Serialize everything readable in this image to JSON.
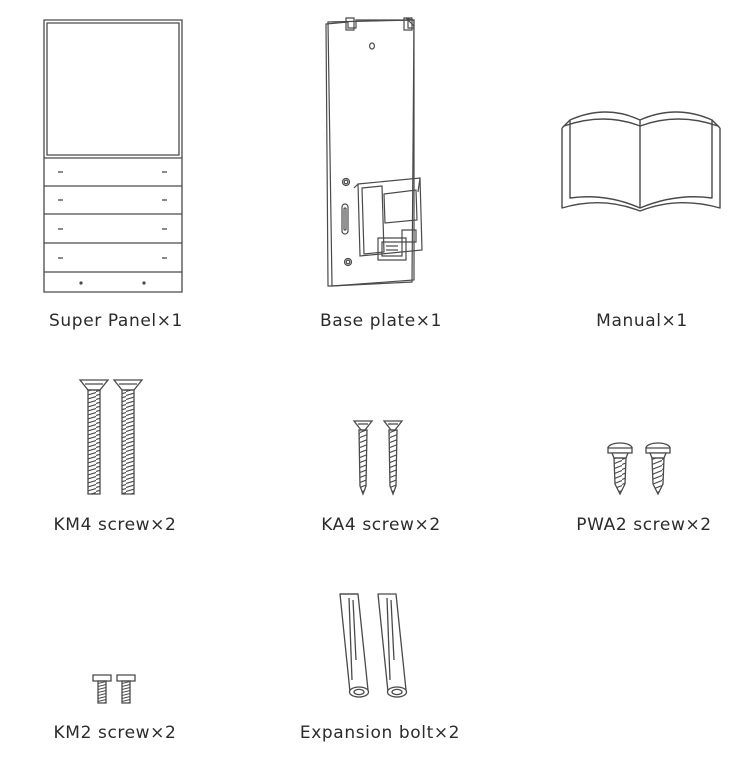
{
  "items": [
    {
      "id": "super-panel",
      "label": "Super Panel×1"
    },
    {
      "id": "base-plate",
      "label": "Base plate×1"
    },
    {
      "id": "manual",
      "label": "Manual×1"
    },
    {
      "id": "km4-screw",
      "label": "KM4 screw×2"
    },
    {
      "id": "ka4-screw",
      "label": "KA4 screw×2"
    },
    {
      "id": "pwa2-screw",
      "label": "PWA2 screw×2"
    },
    {
      "id": "km2-screw",
      "label": "KM2 screw×2"
    },
    {
      "id": "expansion-bolt",
      "label": "Expansion bolt×2"
    }
  ],
  "icons": {
    "super_panel": "super-panel-icon",
    "base_plate": "base-plate-icon",
    "manual": "manual-book-icon",
    "km4": "km4-screw-icon",
    "ka4": "ka4-screw-icon",
    "pwa2": "pwa2-screw-icon",
    "km2": "km2-screw-icon",
    "expansion": "expansion-bolt-icon"
  },
  "colors": {
    "line": "#4a4a4a",
    "text": "#2b2b2b"
  }
}
